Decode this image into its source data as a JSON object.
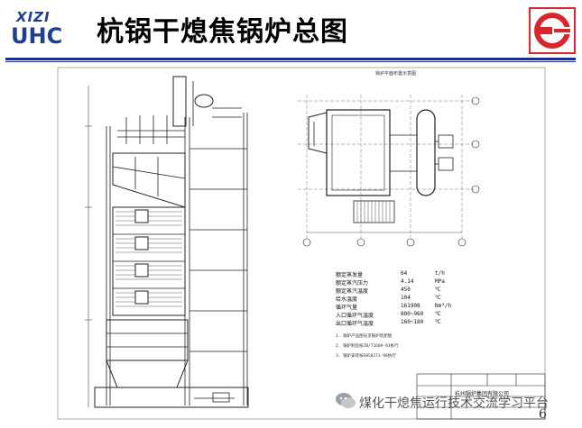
{
  "header": {
    "logo_top": "XIZI",
    "logo_bottom": "UHC",
    "title": "杭锅干熄焦锅炉总图"
  },
  "plan_view": {
    "title": "锅炉平面布置示意图"
  },
  "parameters": [
    {
      "name": "额定蒸发量",
      "value": "64",
      "unit": "t/h"
    },
    {
      "name": "额定蒸汽压力",
      "value": "4.14",
      "unit": "MPa"
    },
    {
      "name": "额定蒸汽温度",
      "value": "450",
      "unit": "℃"
    },
    {
      "name": "给水温度",
      "value": "104",
      "unit": "℃"
    },
    {
      "name": "循环气量",
      "value": "161908",
      "unit": "Nm³/h"
    },
    {
      "name": "入口循环气温度",
      "value": "880~960",
      "unit": "℃"
    },
    {
      "name": "出口循环气温度",
      "value": "160~180",
      "unit": "℃"
    }
  ],
  "notes": [
    "1. 锅炉产品图号见锅炉装配图",
    "2. 锅炉制造按JB/T1609-93执行",
    "3. 锅炉安装按GB50273-98执行"
  ],
  "title_block": {
    "company": "杭州锅炉集团有限公司"
  },
  "watermark": "煤化干熄焦运行技术交流学习平台",
  "page_number": "6",
  "colors": {
    "brand_blue": "#1f3f8f",
    "rule_blue": "#1a2f8a",
    "brand_red": "#d8262c"
  }
}
